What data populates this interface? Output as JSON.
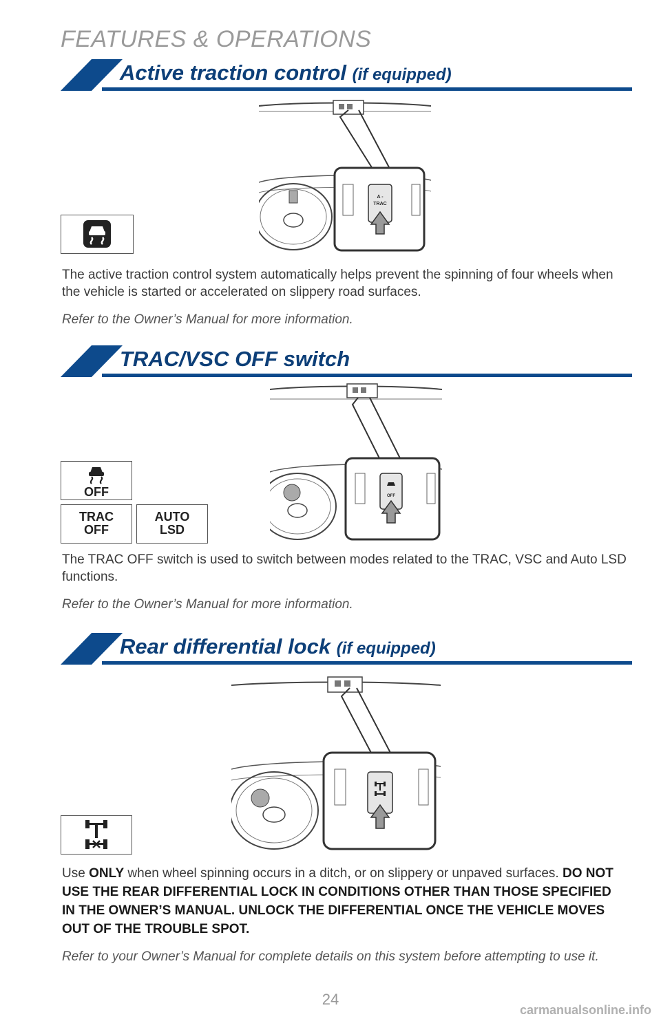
{
  "header": {
    "title": "FEATURES & OPERATIONS"
  },
  "sections": [
    {
      "title": "Active traction control",
      "suffix": "(if equipped)",
      "paragraph": "The active traction control system automatically helps prevent the spinning of four wheels when the vehicle is started or accelerated on slippery road surfaces.",
      "note": "Refer to the Owner’s Manual for more information.",
      "switch_label_line1": "A -",
      "switch_label_line2": "TRAC"
    },
    {
      "title": "TRAC/VSC OFF switch",
      "paragraph": "The TRAC OFF switch is used to switch between modes related to the TRAC, VSC and Auto LSD functions.",
      "note": "Refer to the Owner’s Manual for more information.",
      "icons": {
        "vsc_off": "OFF",
        "trac_off_line1": "TRAC",
        "trac_off_line2": "OFF",
        "auto_lsd_line1": "AUTO",
        "auto_lsd_line2": "LSD"
      },
      "switch_label": "OFF"
    },
    {
      "title": "Rear differential lock",
      "suffix": "(if equipped)",
      "para_prefix": "Use ",
      "para_only": "ONLY",
      "para_mid": " when wheel spinning occurs in a ditch, or on slippery or unpaved surfaces. ",
      "para_warning": "DO NOT USE THE REAR DIFFERENTIAL LOCK IN CONDITIONS OTHER THAN THOSE SPECIFIED IN THE OWNER’S MANUAL. UNLOCK THE DIFFERENTIAL ONCE THE VEHICLE MOVES OUT OF THE TROUBLE SPOT.",
      "note": "Refer to your Owner’s Manual for complete details on this system before attempting to use it."
    }
  ],
  "page_number": "24",
  "footer": {
    "url": "carmanualsonline.info"
  },
  "colors": {
    "accent": "#0d4a8c",
    "title": "#0d3f78",
    "header": "#9a9a9a"
  }
}
